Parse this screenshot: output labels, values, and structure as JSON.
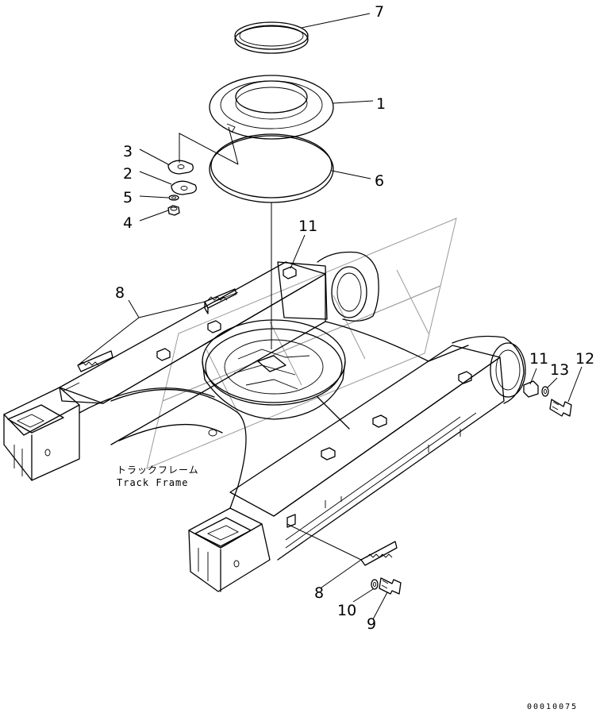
{
  "diagram": {
    "caption_jp": "トラックフレーム",
    "caption_en": "Track Frame",
    "doc_id": "00010075"
  },
  "callouts": [
    {
      "id": "c7",
      "label": "7"
    },
    {
      "id": "c1",
      "label": "1"
    },
    {
      "id": "c3",
      "label": "3"
    },
    {
      "id": "c2",
      "label": "2"
    },
    {
      "id": "c6",
      "label": "6"
    },
    {
      "id": "c5",
      "label": "5"
    },
    {
      "id": "c4",
      "label": "4"
    },
    {
      "id": "c11a",
      "label": "11"
    },
    {
      "id": "c8a",
      "label": "8"
    },
    {
      "id": "c11b",
      "label": "11"
    },
    {
      "id": "c13",
      "label": "13"
    },
    {
      "id": "c12",
      "label": "12"
    },
    {
      "id": "c8b",
      "label": "8"
    },
    {
      "id": "c10",
      "label": "10"
    },
    {
      "id": "c9",
      "label": "9"
    }
  ]
}
